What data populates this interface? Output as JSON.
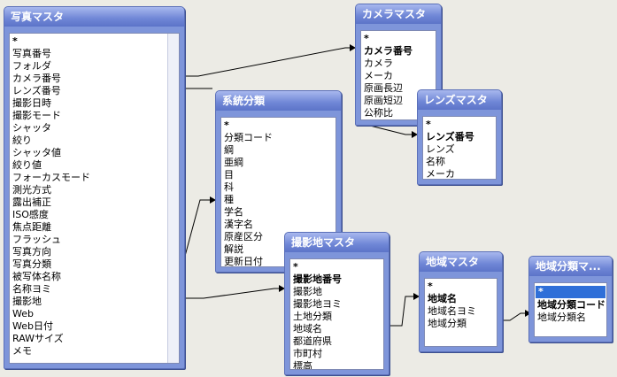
{
  "tables": {
    "photo": {
      "title": "写真マスタ",
      "fields": [
        "*",
        "写真番号",
        "フォルダ",
        "カメラ番号",
        "レンズ番号",
        "撮影日時",
        "撮影モード",
        "シャッタ",
        "絞り",
        "シャッタ値",
        "絞り値",
        "フォーカスモード",
        "測光方式",
        "露出補正",
        "ISO感度",
        "焦点距離",
        "フラッシュ",
        "写真方向",
        "写真分類",
        "被写体名称",
        "名称ヨミ",
        "撮影地",
        "Web",
        "Web日付",
        "RAWサイズ",
        "メモ"
      ]
    },
    "camera": {
      "title": "カメラマスタ",
      "fields": [
        "*",
        "カメラ番号",
        "カメラ",
        "メーカ",
        "原画長辺",
        "原画短辺",
        "公称比"
      ],
      "keys": [
        1
      ]
    },
    "lens": {
      "title": "レンズマスタ",
      "fields": [
        "*",
        "レンズ番号",
        "レンズ",
        "名称",
        "メーカ"
      ],
      "keys": [
        1
      ]
    },
    "taxonomy": {
      "title": "系統分類",
      "fields": [
        "*",
        "分類コード",
        "綱",
        "亜綱",
        "目",
        "科",
        "種",
        "学名",
        "漢字名",
        "原産区分",
        "解説",
        "更新日付"
      ]
    },
    "location": {
      "title": "撮影地マスタ",
      "fields": [
        "*",
        "撮影地番号",
        "撮影地",
        "撮影地ヨミ",
        "土地分類",
        "地域名",
        "都道府県",
        "市町村",
        "標高"
      ],
      "keys": [
        1
      ]
    },
    "region": {
      "title": "地域マスタ",
      "fields": [
        "*",
        "地域名",
        "地域名ヨミ",
        "地域分類"
      ],
      "keys": [
        1
      ]
    },
    "regionclass": {
      "title": "地域分類マ...",
      "fields": [
        "*",
        "地域分類コード",
        "地域分類名"
      ],
      "keys": [
        1
      ]
    }
  }
}
